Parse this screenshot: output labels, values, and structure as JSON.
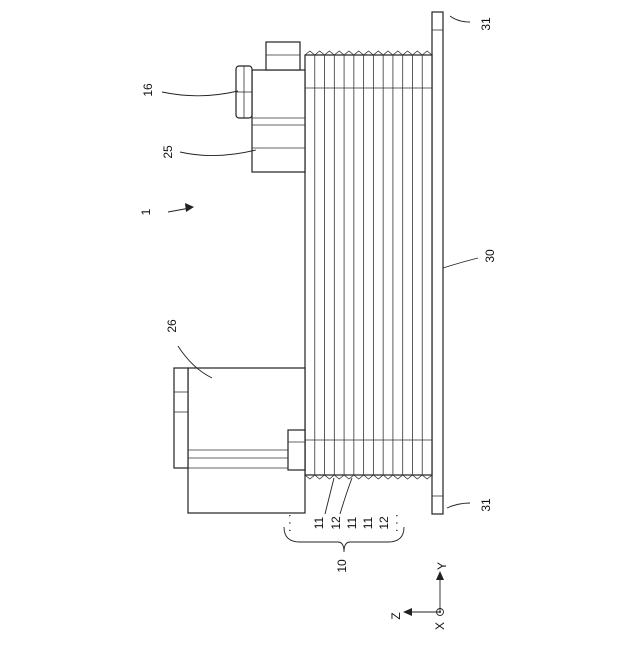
{
  "labels": {
    "ref_1": "1",
    "ref_16": "16",
    "ref_25": "25",
    "ref_26": "26",
    "ref_30": "30",
    "ref_31_top": "31",
    "ref_31_bottom": "31",
    "ref_10": "10",
    "stack_11_a": "11",
    "stack_12_a": "12",
    "stack_11_b": "11",
    "stack_11_c": "11",
    "stack_12_b": "12",
    "dots_a": "· · ·",
    "dots_b": "· · ·"
  },
  "axes": {
    "y": "Y",
    "z": "Z",
    "x": "X"
  },
  "colors": {
    "line": "#222222",
    "background": "#ffffff"
  }
}
